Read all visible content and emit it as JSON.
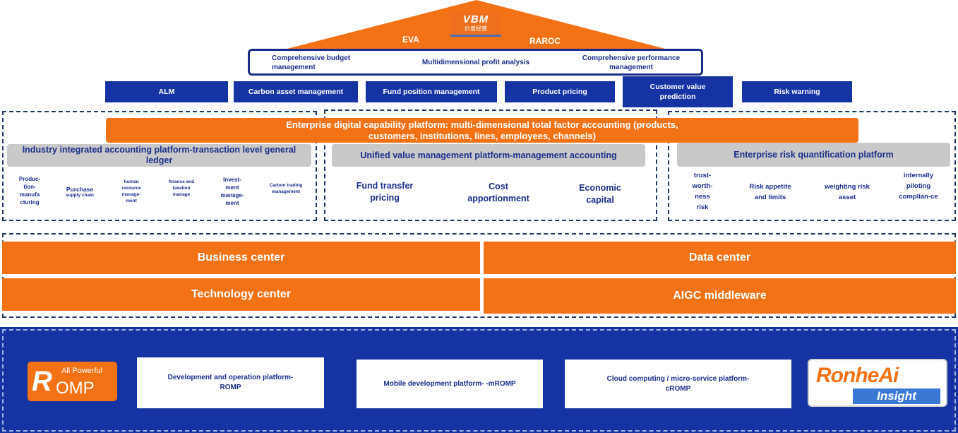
{
  "roof": {
    "logo_main": "VBM",
    "logo_sub": "价值经营",
    "left_label": "EVA",
    "right_label": "RAROC"
  },
  "profit_box": {
    "left": "Comprehensive budget management",
    "middle": "Multidimensional profit analysis",
    "right": "Comprehensive performance management"
  },
  "modules": [
    "ALM",
    "Carbon asset management",
    "Fund position management",
    "Product pricing",
    "Customer value prediction",
    "Risk warning"
  ],
  "capability_bar": "Enterprise digital capability platform: multi-dimensional total factor accounting (products, customers, institutions, lines, employees, channels)",
  "left_platform": {
    "title": "Industry integrated accounting platform-transaction level general ledger",
    "items": [
      {
        "main": "Produc-tion-manufa cturing",
        "sub": ""
      },
      {
        "main": "Purchase",
        "sub": "supply chain"
      },
      {
        "main": "",
        "sub": "human resource manage-ment"
      },
      {
        "main": "",
        "sub": "finance and taxation manage"
      },
      {
        "main": "Invest-ment manage-ment",
        "sub": ""
      },
      {
        "main": "",
        "sub": "Carbon trading management"
      }
    ]
  },
  "middle_platform": {
    "title": "Unified value management platform-management accounting",
    "items": [
      "Fund transfer pricing",
      "Cost apportionment",
      "Economic capital"
    ]
  },
  "right_platform": {
    "title": "Enterprise risk quantification platform",
    "items": [
      "trust-worth-ness risk",
      "Risk appetite and limits",
      "weighting risk asset",
      "internally piloting complian-ce"
    ]
  },
  "centers": {
    "business": "Business center",
    "data": "Data center",
    "technology": "Technology center",
    "aigc": "AIGC middleware"
  },
  "bottom": {
    "romp_logo_tag": "All Powerful",
    "romp_logo_r": "R",
    "romp_logo_rest": "OMP",
    "boxes": [
      "Development and operation platform-ROMP",
      "Mobile development platform- -mROMP",
      "Cloud computing / micro-service platform-cROMP"
    ],
    "ronhe_logo_main": "RonheAi",
    "ronhe_logo_sub": "Insight"
  },
  "colors": {
    "orange": "#f47216",
    "navy": "#1633a3",
    "dark_navy": "#1a2e8a",
    "grey": "#c9c9c9"
  }
}
